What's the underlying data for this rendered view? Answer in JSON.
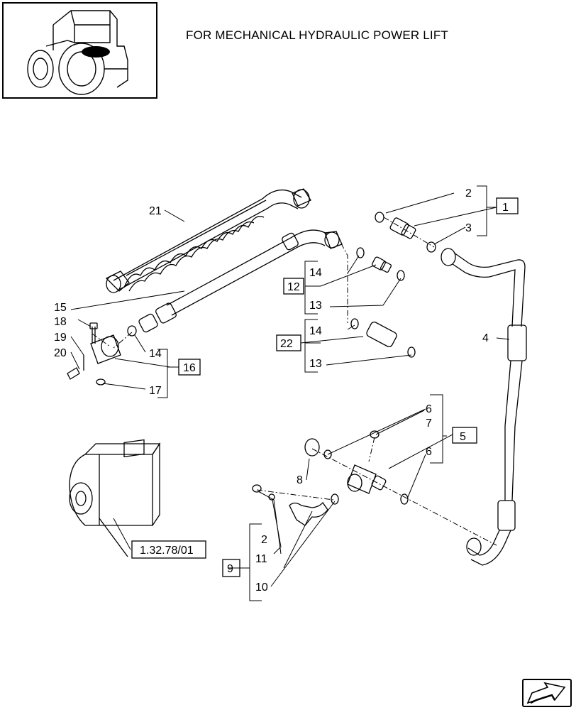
{
  "header": {
    "title": "FOR MECHANICAL HYDRAULIC POWER LIFT"
  },
  "thumbnail": {
    "icon": "tractor-icon"
  },
  "callouts": {
    "c1": "1",
    "c2a": "2",
    "c3": "3",
    "c4": "4",
    "c5": "5",
    "c6a": "6",
    "c6b": "6",
    "c7": "7",
    "c8": "8",
    "c9": "9",
    "c10": "10",
    "c11": "11",
    "c2b": "2",
    "c12": "12",
    "c13a": "13",
    "c13b": "13",
    "c14a": "14",
    "c14b": "14",
    "c14c": "14",
    "c15": "15",
    "c16": "16",
    "c17": "17",
    "c18": "18",
    "c19": "19",
    "c20": "20",
    "c21": "21",
    "c22": "22"
  },
  "reference": {
    "pump_ref": "1.32.78/01"
  },
  "nav": {
    "icon": "next-page-arrow-icon"
  }
}
